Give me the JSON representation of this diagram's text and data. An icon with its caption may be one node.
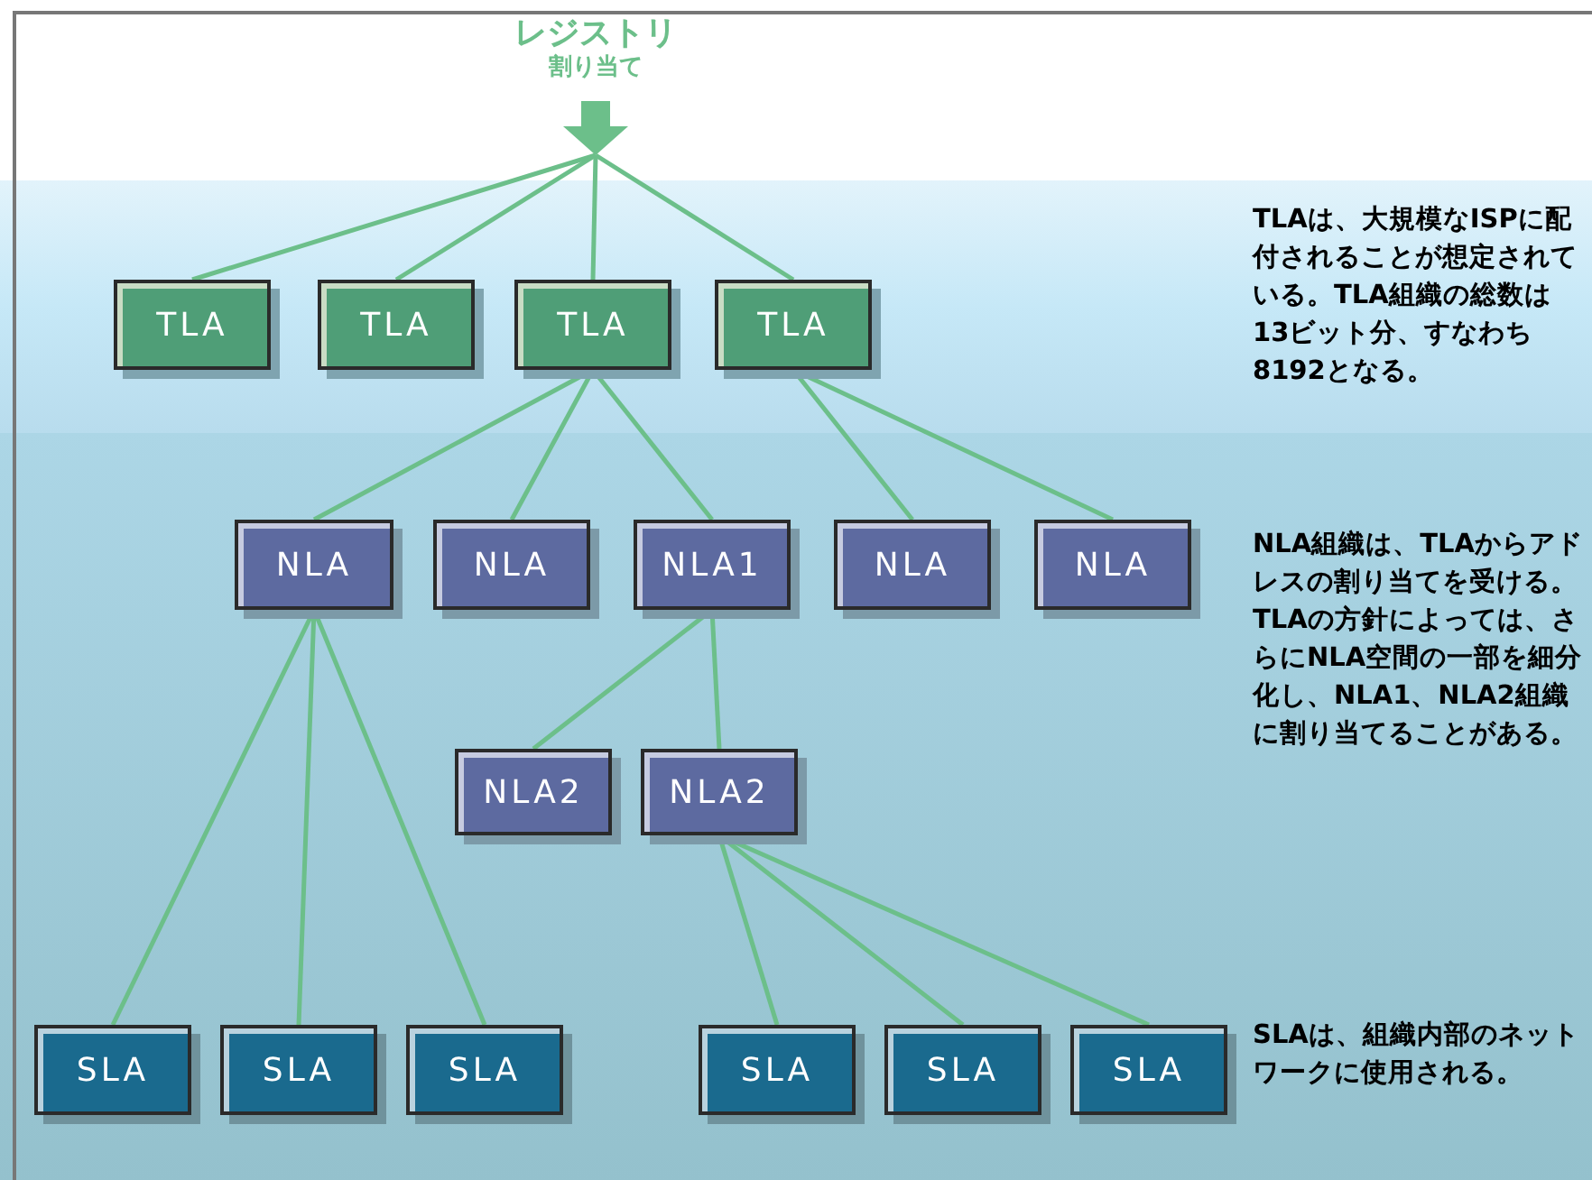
{
  "diagram": {
    "nodes": [
      {
        "text": [
          "レジストリ",
          "割り当て"
        ]
      },
      {
        "text": [
          "TLA"
        ]
      },
      {
        "text": [
          "TLA"
        ]
      },
      {
        "text": [
          "TLA"
        ]
      },
      {
        "text": [
          "TLA"
        ]
      },
      {
        "text": [
          "NLA"
        ]
      },
      {
        "text": [
          "NLA"
        ]
      },
      {
        "text": [
          "NLA1"
        ]
      },
      {
        "text": [
          "NLA"
        ]
      },
      {
        "text": [
          "NLA"
        ]
      },
      {
        "text": [
          "NLA2"
        ]
      },
      {
        "text": [
          "NLA2"
        ]
      },
      {
        "text": [
          "SLA"
        ]
      },
      {
        "text": [
          "SLA"
        ]
      },
      {
        "text": [
          "SLA"
        ]
      },
      {
        "text": [
          "SLA"
        ]
      },
      {
        "text": [
          "SLA"
        ]
      },
      {
        "text": [
          "SLA"
        ]
      }
    ],
    "edges": [
      {
        "from": 0,
        "to": 1,
        "arrow": "none"
      },
      {
        "from": 0,
        "to": 2,
        "arrow": "none"
      },
      {
        "from": 0,
        "to": 3,
        "arrow": "none"
      },
      {
        "from": 0,
        "to": 4,
        "arrow": "none"
      },
      {
        "from": 3,
        "to": 5,
        "arrow": "none"
      },
      {
        "from": 3,
        "to": 6,
        "arrow": "none"
      },
      {
        "from": 3,
        "to": 7,
        "arrow": "none"
      },
      {
        "from": 4,
        "to": 8,
        "arrow": "none"
      },
      {
        "from": 4,
        "to": 9,
        "arrow": "none"
      },
      {
        "from": 5,
        "to": 12,
        "arrow": "none"
      },
      {
        "from": 5,
        "to": 13,
        "arrow": "none"
      },
      {
        "from": 5,
        "to": 14,
        "arrow": "none"
      },
      {
        "from": 7,
        "to": 10,
        "arrow": "none"
      },
      {
        "from": 7,
        "to": 11,
        "arrow": "none"
      },
      {
        "from": 11,
        "to": 15,
        "arrow": "none"
      },
      {
        "from": 11,
        "to": 16,
        "arrow": "none"
      },
      {
        "from": 11,
        "to": 17,
        "arrow": "none"
      }
    ],
    "labels": [
      "TLAは、大規模なISPに配付されることが想定されている。TLA組織の総数は13ビット分、すなわち8192となる。",
      "NLA組織は、TLAからアドレスの割り当てを受ける。TLAの方針によっては、さらにNLA空間の一部を細分化し、NLA1、NLA2組織に割り当てることがある。",
      "SLAは、組織内部のネットワークに使用される。"
    ]
  }
}
